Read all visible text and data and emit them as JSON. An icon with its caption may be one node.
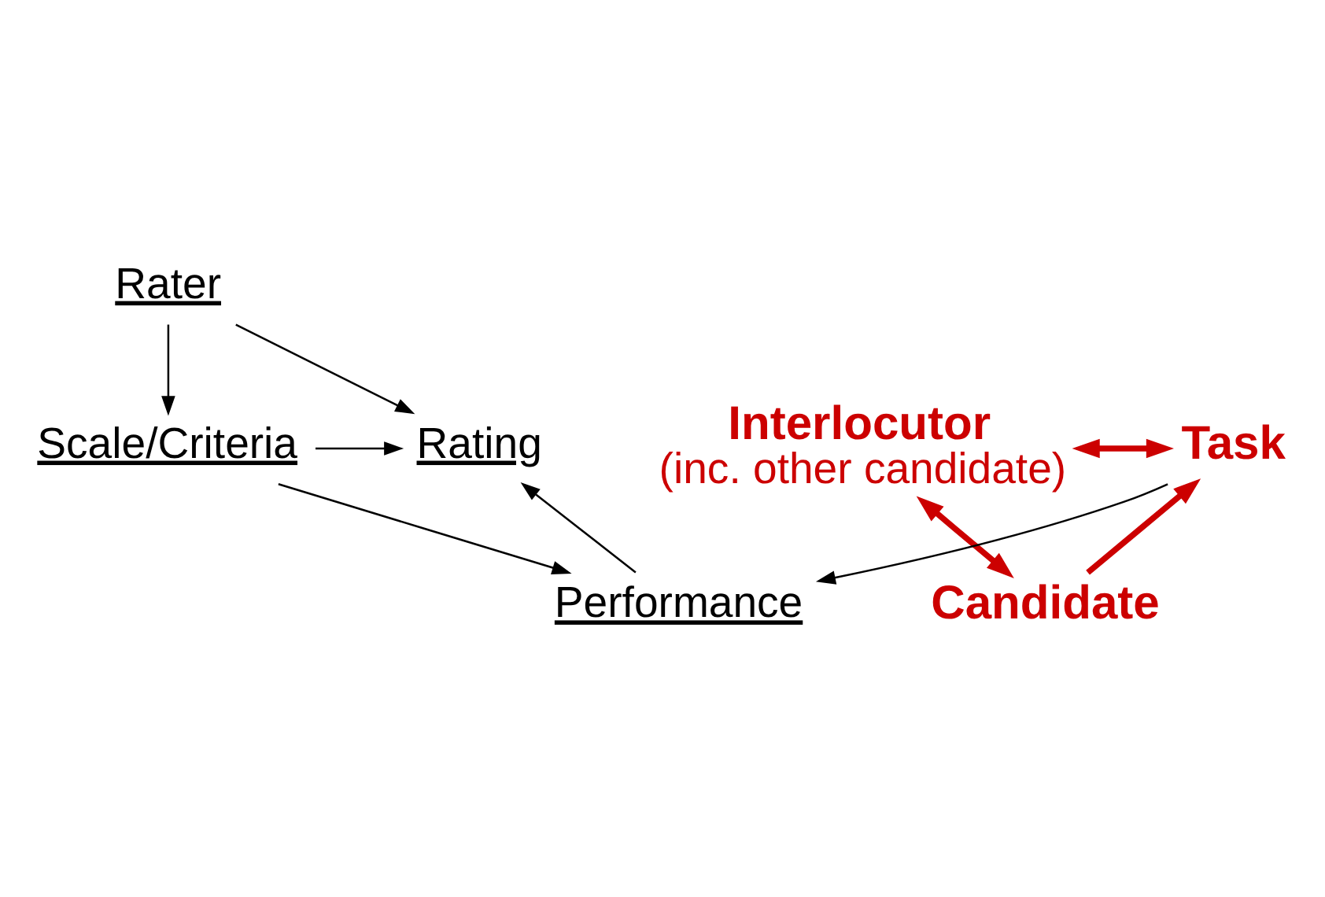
{
  "diagram": {
    "nodes": [
      {
        "text": [
          "Rater"
        ]
      },
      {
        "text": [
          "Scale/Criteria"
        ]
      },
      {
        "text": [
          "Performance"
        ]
      },
      {
        "text": [
          "Rating"
        ]
      },
      {
        "text": [
          "Interlocutor",
          "(inc. other candidate)"
        ]
      },
      {
        "text": [
          "Task"
        ]
      },
      {
        "text": [
          "Candidate"
        ]
      }
    ],
    "edges": [
      {
        "from": 0,
        "to": 1,
        "arrow": "to"
      },
      {
        "from": 1,
        "to": 2,
        "arrow": "to"
      },
      {
        "from": 0,
        "to": 3,
        "arrow": "to"
      },
      {
        "from": 1,
        "to": 3,
        "arrow": "to"
      },
      {
        "from": 2,
        "to": 3,
        "arrow": "to"
      },
      {
        "from": 5,
        "to": 2,
        "arrow": "to"
      },
      {
        "from": 4,
        "to": 5,
        "arrow": "both",
        "style": "thick",
        "color": "#cc0000"
      },
      {
        "from": 4,
        "to": 6,
        "arrow": "both",
        "style": "thick",
        "color": "#cc0000"
      },
      {
        "from": 6,
        "to": 5,
        "arrow": "to",
        "style": "thick",
        "color": "#cc0000"
      }
    ]
  }
}
